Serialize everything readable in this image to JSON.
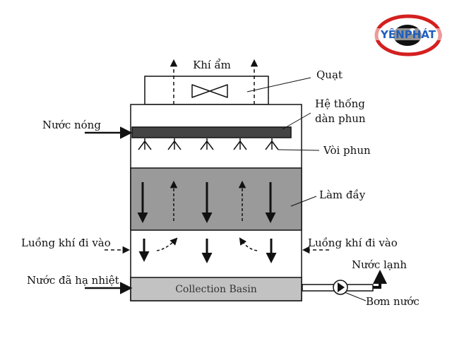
{
  "logo": {
    "text": "YÊNPHÁT",
    "color": "#1f5fbf",
    "ring_color": "#d42020",
    "eye_color": "#111111"
  },
  "labels": {
    "humid_air": "Khí ẩm",
    "fan": "Quạt",
    "spray_system_line1": "Hệ thống",
    "spray_system_line2": "dàn phun",
    "hot_water": "Nước nóng",
    "nozzle": "Vòi phun",
    "fill": "Làm đầy",
    "air_in_left": "Luồng khí đi vào",
    "air_in_right": "Luồng khí đi vào",
    "cold_water": "Nước lạnh",
    "cooled_water": "Nước đã hạ nhiệt",
    "basin": "Collection Basin",
    "pump": "Bơm nước"
  },
  "colors": {
    "fill_media": "#9a9a9a",
    "basin": "#c2c2c2",
    "spray_pipe": "#444444",
    "line": "#111111"
  }
}
